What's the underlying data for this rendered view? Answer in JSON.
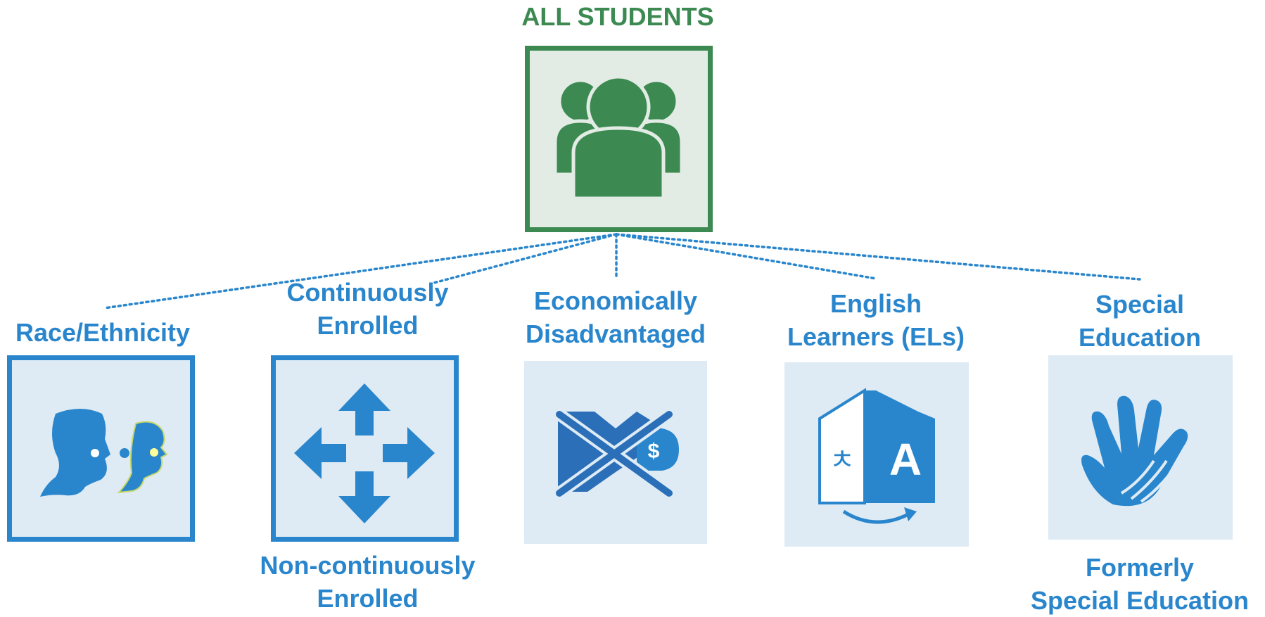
{
  "root": {
    "title": "ALL STUDENTS",
    "icon": "people-group-icon",
    "color": "#3c8a51"
  },
  "groups": [
    {
      "lines": [
        "Race/Ethnicity"
      ],
      "icon": "faces-profile-icon"
    },
    {
      "lines": [
        "Continuously",
        "Enrolled"
      ],
      "icon": "arrows-move-icon",
      "sub_lines": [
        "Non-continuously",
        "Enrolled"
      ]
    },
    {
      "lines": [
        "Economically",
        "Disadvantaged"
      ],
      "icon": "no-money-icon"
    },
    {
      "lines": [
        "English",
        "Learners (ELs)"
      ],
      "icon": "translate-icon"
    },
    {
      "lines": [
        "Special",
        "Education"
      ],
      "icon": "helping-hands-icon",
      "sub_lines": [
        "Formerly",
        "Special Education"
      ]
    }
  ],
  "colors": {
    "blue": "#2a86cc",
    "box_fill": "#deebf5",
    "green": "#3c8a51",
    "green_fill": "#e2ece4"
  }
}
